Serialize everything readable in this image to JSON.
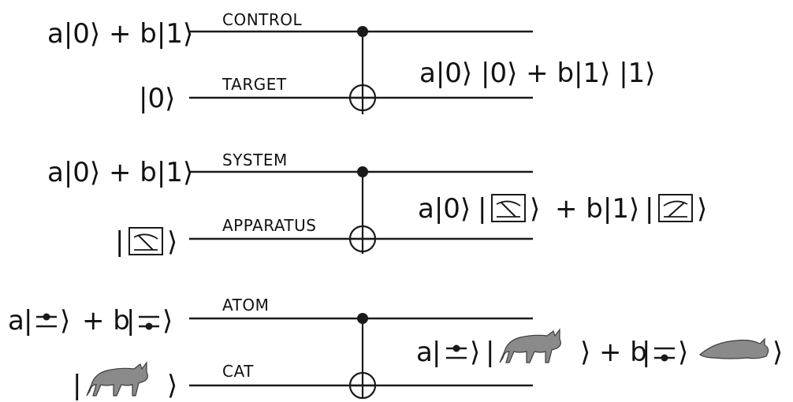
{
  "panels": [
    {
      "input_top": "a|0⟩ + b|1⟩",
      "input_bottom": "|0⟩",
      "label_top": "CONTROL",
      "label_bottom": "TARGET",
      "output": "a|0⟩ |0⟩ + b|1⟩ |1⟩"
    },
    {
      "input_top": "a|0⟩ + b|1⟩",
      "label_top": "SYSTEM",
      "label_bottom": "APPARATUS",
      "output_a": "a|0⟩",
      "output_b": "+ b|1⟩"
    },
    {
      "label_top": "ATOM",
      "label_bottom": "CAT",
      "coef_a": "a",
      "coef_b": "+ b",
      "out_a": "a",
      "out_b": "+ b"
    }
  ]
}
